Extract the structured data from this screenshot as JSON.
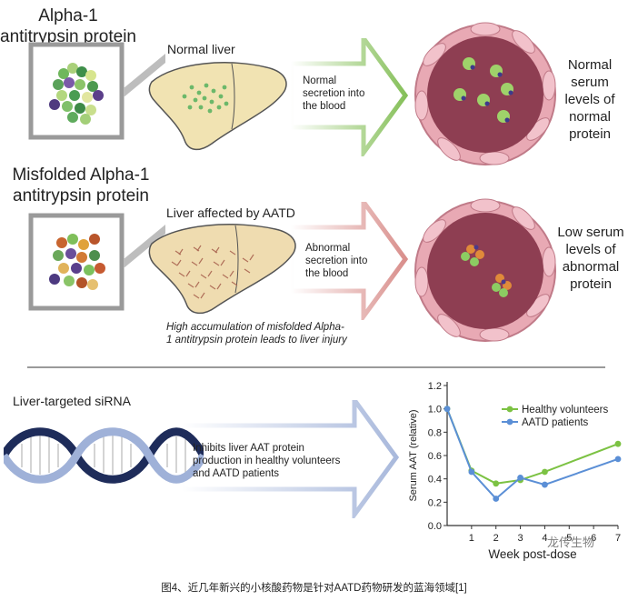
{
  "row1": {
    "title": "Alpha-1 antitrypsin protein",
    "liver_label": "Normal liver",
    "arrow_text": "Normal secretion into the blood",
    "serum_text": "Normal serum levels of normal protein",
    "colors": {
      "arrow": "#86c05a",
      "liver": "#f1e3b2",
      "dots": "#6cb86a"
    }
  },
  "row2": {
    "title": "Misfolded Alpha-1 antitrypsin protein",
    "liver_label": "Liver affected by AATD",
    "arrow_text": "Abnormal secretion into the blood",
    "serum_text": "Low serum levels of abnormal protein",
    "note": "High accumulation of misfolded Alpha-1 antitrypsin protein leads to liver injury",
    "colors": {
      "arrow": "#d98f8c",
      "liver": "#efdcb0"
    }
  },
  "row3": {
    "title": "Liver-targeted siRNA",
    "arrow_text": "Inhibits liver AAT protein production in healthy volunteers and AATD patients",
    "colors": {
      "arrow": "#a9b9dc",
      "helix_dark": "#1e2c5a",
      "helix_light": "#9fb1d8"
    }
  },
  "chart_data": {
    "type": "line",
    "xlabel": "Week post-dose",
    "ylabel": "Serum AAT (relative)",
    "xticks": [
      "1",
      "2",
      "3",
      "4",
      "5",
      "6",
      "7"
    ],
    "yticks": [
      "0.0",
      "0.2",
      "0.4",
      "0.6",
      "0.8",
      "1.0",
      "1.2"
    ],
    "xlim": [
      0,
      7
    ],
    "ylim": [
      0,
      1.2
    ],
    "series": [
      {
        "name": "Healthy volunteers",
        "color": "#7cc243",
        "points": [
          [
            0,
            1.0
          ],
          [
            1,
            0.47
          ],
          [
            2,
            0.36
          ],
          [
            3,
            0.39
          ],
          [
            4,
            0.46
          ],
          [
            7,
            0.7
          ]
        ]
      },
      {
        "name": "AATD patients",
        "color": "#5b8fd6",
        "points": [
          [
            0,
            1.0
          ],
          [
            1,
            0.46
          ],
          [
            2,
            0.23
          ],
          [
            3,
            0.41
          ],
          [
            4,
            0.35
          ],
          [
            7,
            0.57
          ]
        ]
      }
    ]
  },
  "watermark": "龙传生物",
  "caption": "图4、近几年新兴的小核酸药物是针对AATD药物研发的蓝海领域[1]"
}
